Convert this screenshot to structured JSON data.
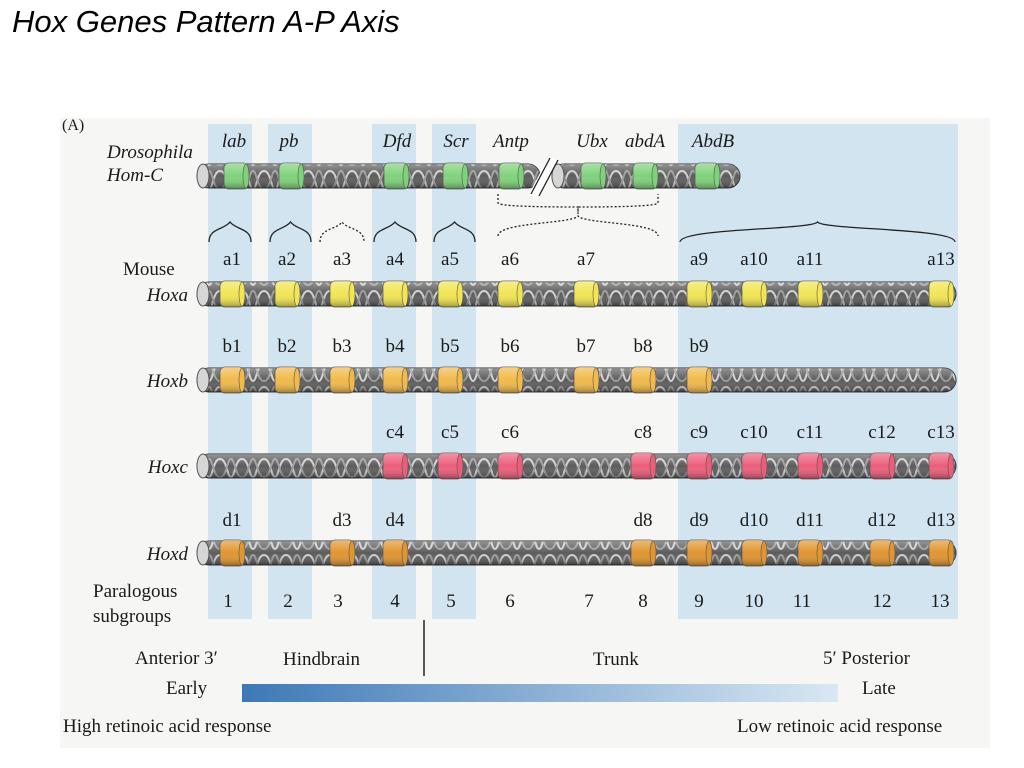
{
  "slide_title": "Hox Genes Pattern A-P Axis",
  "panel_label": "(A)",
  "colors": {
    "background": "#f6f6f4",
    "band": "#d2e4f0",
    "drosophila_gene": "#7fd27a",
    "hoxa_gene": "#f1e552",
    "hoxb_gene": "#f1b94a",
    "hoxc_gene": "#ec5d7a",
    "hoxd_gene": "#e1952f",
    "chromosome": "#5f5f5f",
    "gradient_dark": "#3d78b6",
    "gradient_light": "#d9e8f3"
  },
  "drosophila": {
    "label_line1": "Drosophila",
    "label_line2": "Hom-C",
    "genes": [
      {
        "name": "lab",
        "col": 1
      },
      {
        "name": "pb",
        "col": 2
      },
      {
        "name": "Dfd",
        "col": 4
      },
      {
        "name": "Scr",
        "col": 5
      },
      {
        "name": "Antp",
        "col": 6
      },
      {
        "name": "Ubx",
        "col": 7
      },
      {
        "name": "abdA",
        "col": 8
      },
      {
        "name": "AbdB",
        "col": 9
      }
    ]
  },
  "mouse_label": "Mouse",
  "clusters": [
    {
      "name": "Hoxa",
      "color_key": "hoxa_gene",
      "genes": [
        {
          "label": "a1",
          "col": 1
        },
        {
          "label": "a2",
          "col": 2
        },
        {
          "label": "a3",
          "col": 3
        },
        {
          "label": "a4",
          "col": 4
        },
        {
          "label": "a5",
          "col": 5
        },
        {
          "label": "a6",
          "col": 6
        },
        {
          "label": "a7",
          "col": 7
        },
        {
          "label": "a9",
          "col": 9
        },
        {
          "label": "a10",
          "col": 10
        },
        {
          "label": "a11",
          "col": 11
        },
        {
          "label": "a13",
          "col": 13
        }
      ]
    },
    {
      "name": "Hoxb",
      "color_key": "hoxb_gene",
      "genes": [
        {
          "label": "b1",
          "col": 1
        },
        {
          "label": "b2",
          "col": 2
        },
        {
          "label": "b3",
          "col": 3
        },
        {
          "label": "b4",
          "col": 4
        },
        {
          "label": "b5",
          "col": 5
        },
        {
          "label": "b6",
          "col": 6
        },
        {
          "label": "b7",
          "col": 7
        },
        {
          "label": "b8",
          "col": 8
        },
        {
          "label": "b9",
          "col": 9
        }
      ]
    },
    {
      "name": "Hoxc",
      "color_key": "hoxc_gene",
      "genes": [
        {
          "label": "c4",
          "col": 4
        },
        {
          "label": "c5",
          "col": 5
        },
        {
          "label": "c6",
          "col": 6
        },
        {
          "label": "c8",
          "col": 8
        },
        {
          "label": "c9",
          "col": 9
        },
        {
          "label": "c10",
          "col": 10
        },
        {
          "label": "c11",
          "col": 11
        },
        {
          "label": "c12",
          "col": 12
        },
        {
          "label": "c13",
          "col": 13
        }
      ]
    },
    {
      "name": "Hoxd",
      "color_key": "hoxd_gene",
      "genes": [
        {
          "label": "d1",
          "col": 1
        },
        {
          "label": "d3",
          "col": 3
        },
        {
          "label": "d4",
          "col": 4
        },
        {
          "label": "d8",
          "col": 8
        },
        {
          "label": "d9",
          "col": 9
        },
        {
          "label": "d10",
          "col": 10
        },
        {
          "label": "d11",
          "col": 11
        },
        {
          "label": "d12",
          "col": 12
        },
        {
          "label": "d13",
          "col": 13
        }
      ]
    }
  ],
  "paralogous": {
    "label_line1": "Paralogous",
    "label_line2": "subgroups",
    "numbers": [
      "1",
      "2",
      "3",
      "4",
      "5",
      "6",
      "7",
      "8",
      "9",
      "10",
      "11",
      "12",
      "13"
    ]
  },
  "axis": {
    "anterior": "Anterior 3′",
    "hindbrain": "Hindbrain",
    "trunk": "Trunk",
    "posterior": "5′  Posterior",
    "early": "Early",
    "late": "Late",
    "high_ra": "High retinoic acid response",
    "low_ra": "Low retinoic acid response"
  }
}
